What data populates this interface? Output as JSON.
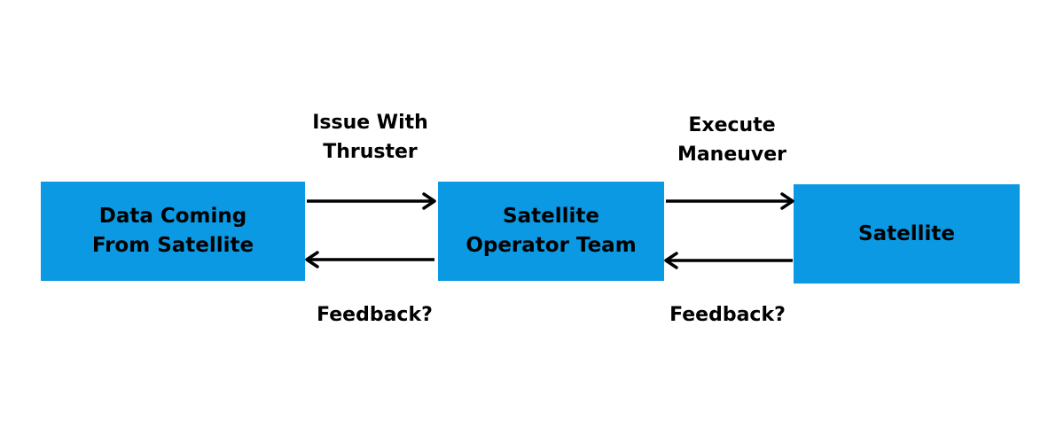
{
  "colors": {
    "box_fill": "#0A99E2",
    "arrow": "#000000",
    "text": "#000000",
    "background": "#FFFFFF"
  },
  "nodes": {
    "data_source": "Data Coming\nFrom Satellite",
    "operator_team": "Satellite\nOperator Team",
    "satellite": "Satellite"
  },
  "edges": {
    "issue_with_thruster": "Issue With\nThruster",
    "execute_maneuver": "Execute\nManeuver",
    "feedback_left": "Feedback?",
    "feedback_right": "Feedback?"
  }
}
